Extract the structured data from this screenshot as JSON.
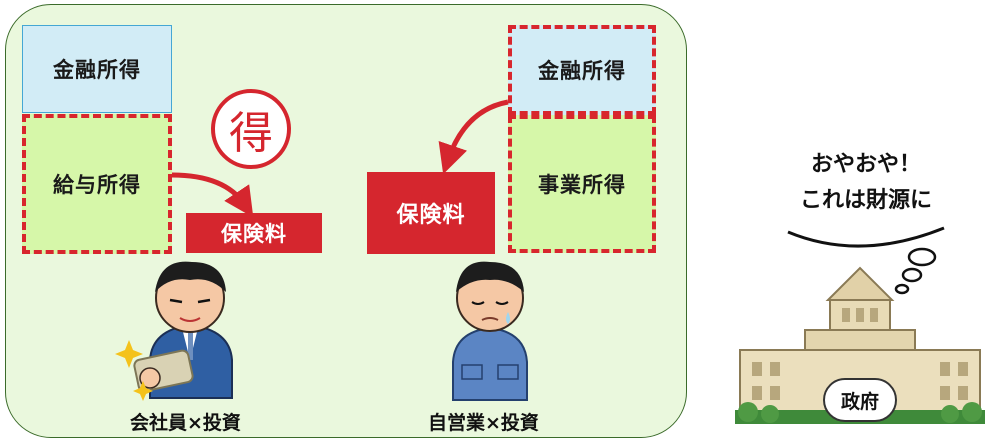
{
  "left": {
    "financial_income": "金融所得",
    "salary_income": "給与所得",
    "premium": "保険料",
    "gain_mark": "得",
    "person_label": "会社員×投資"
  },
  "right": {
    "financial_income": "金融所得",
    "business_income": "事業所得",
    "premium": "保険料",
    "person_label": "自営業×投資"
  },
  "government": {
    "speech_line1": "おやおや！",
    "speech_line2": "これは財源に",
    "label": "政府"
  },
  "colors": {
    "panel_bg": "#eaf8dd",
    "blue_box": "#d2ecf6",
    "green_box": "#d6f7a9",
    "accent_red": "#d5262e"
  }
}
